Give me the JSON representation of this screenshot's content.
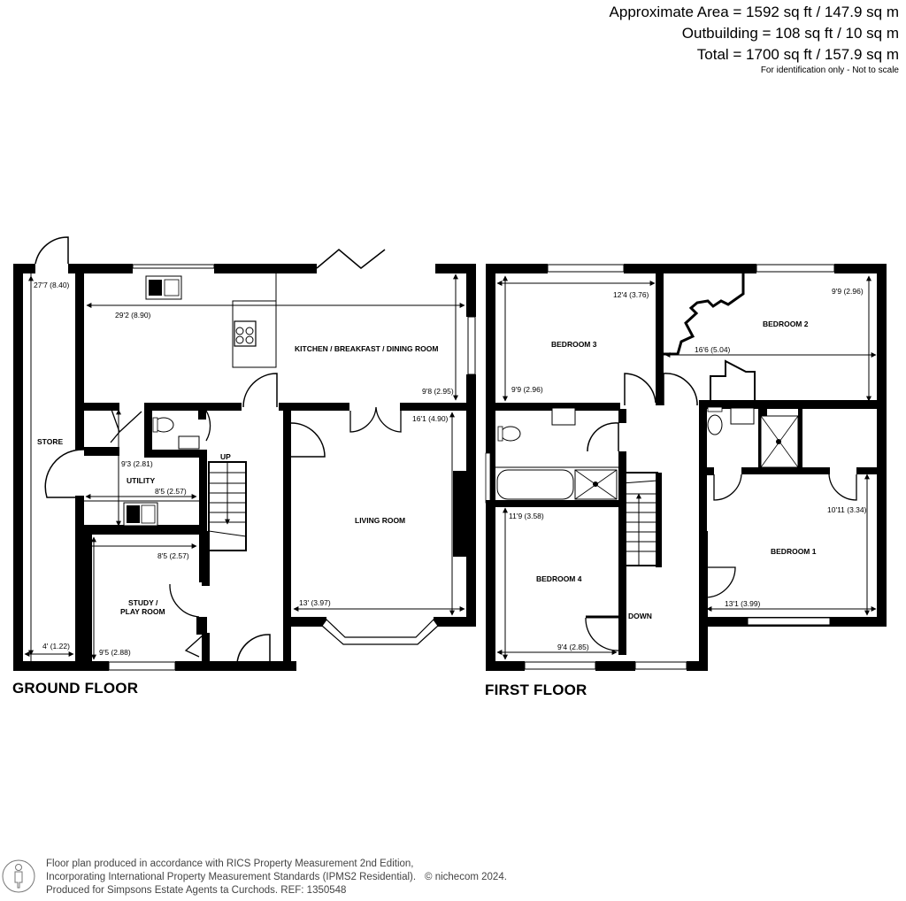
{
  "header": {
    "approximate_area": "Approximate Area = 1592 sq ft / 147.9 sq m",
    "outbuilding": "Outbuilding = 108 sq ft / 10 sq m",
    "total": "Total = 1700 sq ft / 157.9 sq m",
    "note": "For identification only - Not to scale"
  },
  "ground_floor": {
    "label": "GROUND FLOOR",
    "rooms": {
      "store": {
        "name": "STORE",
        "dims": [
          "27'7 (8.40)",
          "4' (1.22)"
        ]
      },
      "kitchen": {
        "name": "KITCHEN / BREAKFAST  / DINING ROOM",
        "dims": [
          "29'2 (8.90)",
          "9'8 (2.95)"
        ]
      },
      "utility": {
        "name": "UTILITY",
        "dims": [
          "9'3 (2.81)",
          "8'5 (2.57)"
        ]
      },
      "study": {
        "name_line1": "STUDY /",
        "name_line2": "PLAY ROOM",
        "dims": [
          "8'5 (2.57)",
          "9'5 (2.88)"
        ]
      },
      "living": {
        "name": "LIVING ROOM",
        "dims": [
          "16'1 (4.90)",
          "13' (3.97)"
        ]
      },
      "stairs": {
        "label": "UP"
      }
    }
  },
  "first_floor": {
    "label": "FIRST FLOOR",
    "rooms": {
      "bedroom3": {
        "name": "BEDROOM 3",
        "dims": [
          "12'4 (3.76)",
          "9'9 (2.96)"
        ]
      },
      "bedroom2": {
        "name": "BEDROOM 2",
        "dims": [
          "9'9 (2.96)",
          "16'6 (5.04)"
        ]
      },
      "bedroom4": {
        "name": "BEDROOM 4",
        "dims": [
          "11'9 (3.58)",
          "9'4 (2.85)"
        ]
      },
      "bedroom1": {
        "name": "BEDROOM 1",
        "dims": [
          "10'11 (3.34)",
          "13'1 (3.99)"
        ]
      },
      "stairs": {
        "label": "DOWN"
      }
    }
  },
  "footer": {
    "line1": "Floor plan produced in accordance with RICS Property Measurement 2nd Edition,",
    "line2": "Incorporating International Property Measurement Standards (IPMS2 Residential).",
    "copyright": "© nichecom 2024.",
    "line3": "Produced for Simpsons Estate Agents ta Curchods.   REF:  1350548",
    "icon": "person-info-icon"
  },
  "colors": {
    "wall": "#000000",
    "background": "#ffffff",
    "footer_text": "#444444"
  }
}
